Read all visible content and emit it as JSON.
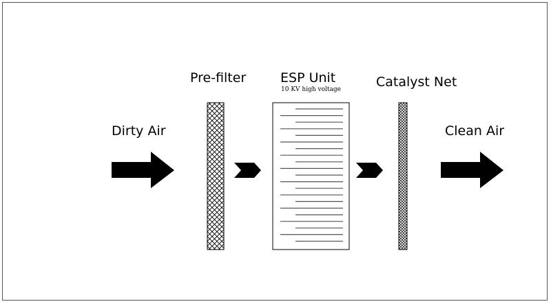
{
  "labels": {
    "dirty_air": "Dirty Air",
    "pre_filter": "Pre-filter",
    "esp_unit": "ESP Unit",
    "esp_voltage": "10 KV high voltage",
    "catalyst_net": "Catalyst Net",
    "clean_air": "Clean Air"
  },
  "colors": {
    "ink": "#000000",
    "frame": "#555555",
    "plate_line": "#555555"
  },
  "icons": {
    "inlet": "arrow-right-icon",
    "outlet": "arrow-right-icon",
    "flow": "chevron-right-icon"
  }
}
